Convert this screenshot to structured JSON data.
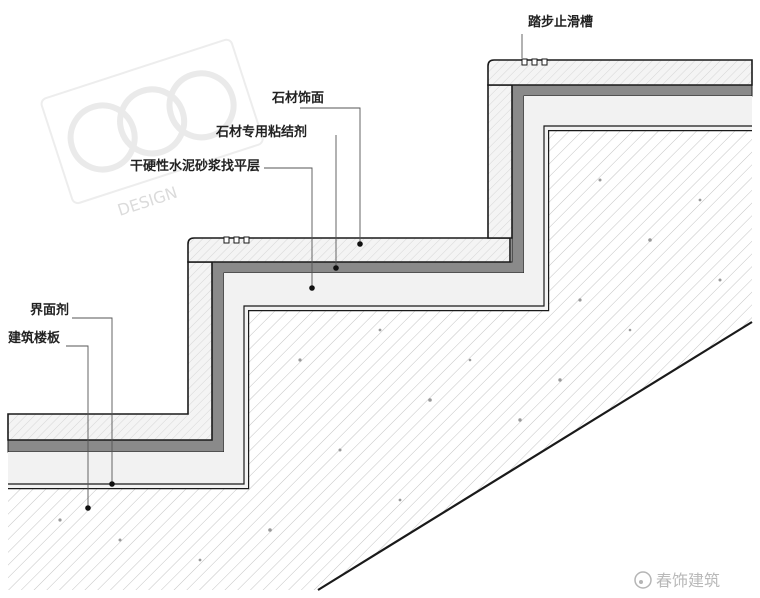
{
  "labels": {
    "anti_slip_groove": "踏步止滑槽",
    "stone_finish": "石材饰面",
    "stone_adhesive": "石材专用粘结剂",
    "leveling_layer": "干硬性水泥砂浆找平层",
    "interface_agent": "界面剂",
    "building_floor": "建筑楼板"
  },
  "watermark": {
    "brand_text": "DESIGN",
    "account_text": "春饰建筑"
  },
  "colors": {
    "line": "#1a1a1a",
    "hatch": "#bdbdbd",
    "mortar_band": "#8a8a8a",
    "adhesive_band": "#f2f2f2",
    "stone_fill": "#efefef"
  }
}
